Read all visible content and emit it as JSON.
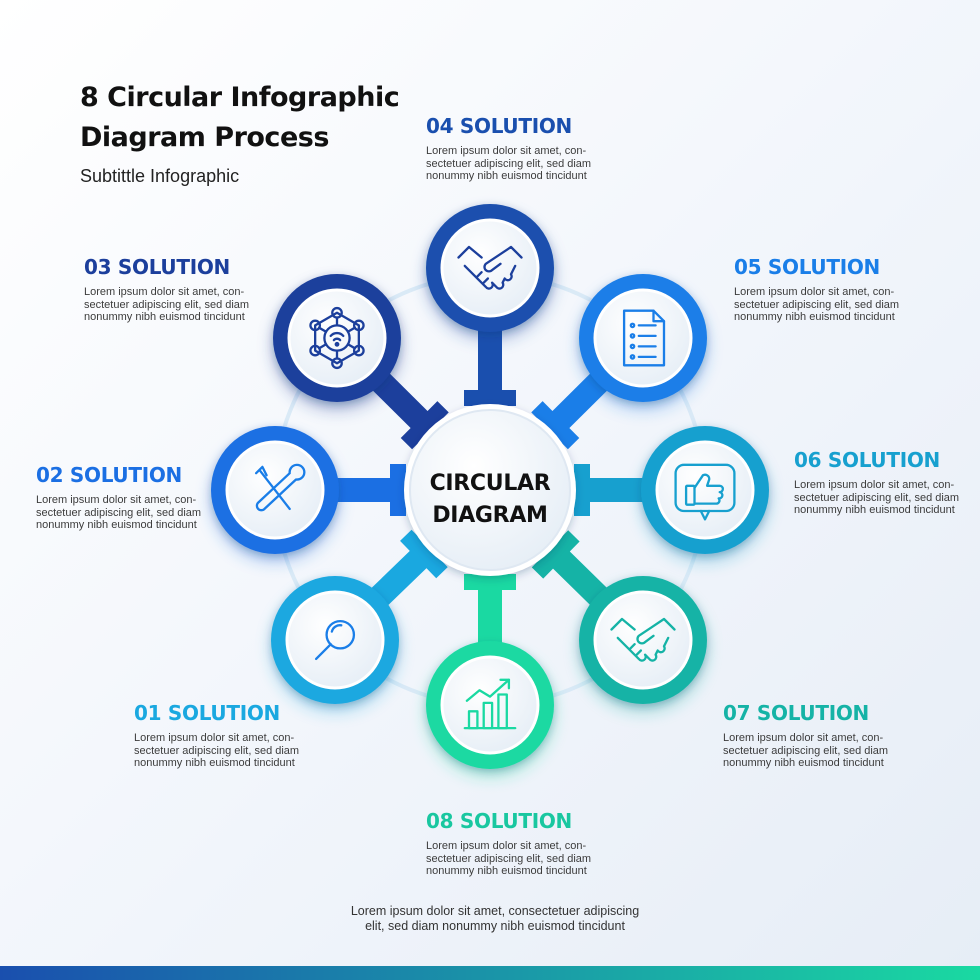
{
  "header": {
    "title_line1": "8 Circular Infographic",
    "title_line2": "Diagram Process",
    "subtitle": "Subtittle Infographic"
  },
  "center": {
    "line1": "CIRCULAR",
    "line2": "DIAGRAM"
  },
  "solutions": [
    {
      "title": "01 SOLUTION",
      "icon": "magnifier-icon",
      "desc1": "Lorem ipsum dolor sit amet, con-",
      "desc2": "sectetuer adipiscing elit, sed diam",
      "desc3": "nonummy nibh euismod tincidunt",
      "color": "#1aa8e0"
    },
    {
      "title": "02 SOLUTION",
      "icon": "wrench-screwdriver-icon",
      "desc1": "Lorem ipsum dolor sit amet, con-",
      "desc2": "sectetuer adipiscing elit, sed diam",
      "desc3": "nonummy nibh euismod tincidunt",
      "color": "#1b6fe3"
    },
    {
      "title": "03 SOLUTION",
      "icon": "network-hub-icon",
      "desc1": "Lorem ipsum dolor sit amet, con-",
      "desc2": "sectetuer adipiscing elit, sed diam",
      "desc3": "nonummy nibh euismod tincidunt",
      "color": "#1c3f9c"
    },
    {
      "title": "04 SOLUTION",
      "icon": "handshake-icon",
      "desc1": "Lorem ipsum dolor sit amet, con-",
      "desc2": "sectetuer adipiscing elit, sed diam",
      "desc3": "nonummy nibh euismod tincidunt",
      "color": "#1a4fae"
    },
    {
      "title": "05 SOLUTION",
      "icon": "document-list-icon",
      "desc1": "Lorem ipsum dolor sit amet, con-",
      "desc2": "sectetuer adipiscing elit, sed diam",
      "desc3": "nonummy nibh euismod tincidunt",
      "color": "#1a7ee8"
    },
    {
      "title": "06 SOLUTION",
      "icon": "thumbs-up-icon",
      "desc1": "Lorem ipsum dolor sit amet, con-",
      "desc2": "sectetuer adipiscing elit, sed diam",
      "desc3": "nonummy nibh euismod tincidunt",
      "color": "#17a0cf"
    },
    {
      "title": "07 SOLUTION",
      "icon": "handshake-icon",
      "desc1": "Lorem ipsum dolor sit amet, con-",
      "desc2": "sectetuer adipiscing elit, sed diam",
      "desc3": "nonummy nibh euismod tincidunt",
      "color": "#15b3a6"
    },
    {
      "title": "08 SOLUTION",
      "icon": "growth-chart-icon",
      "desc1": "Lorem ipsum dolor sit amet, con-",
      "desc2": "sectetuer adipiscing elit, sed diam",
      "desc3": "nonummy nibh euismod tincidunt",
      "color": "#1ad9a2"
    }
  ],
  "footer": {
    "line1": "Lorem ipsum dolor sit amet, consectetuer adipiscing",
    "line2": "elit, sed diam nonummy nibh euismod tincidunt"
  },
  "colors": {
    "ring": "#cfe4f4",
    "bottom_bar_start": "#1a4fae",
    "bottom_bar_end": "#1ad9a2",
    "icon_stroke_dark": "#1c3f9c",
    "icon_stroke_blue": "#1a7ee8",
    "icon_stroke_teal": "#17a0cf"
  }
}
